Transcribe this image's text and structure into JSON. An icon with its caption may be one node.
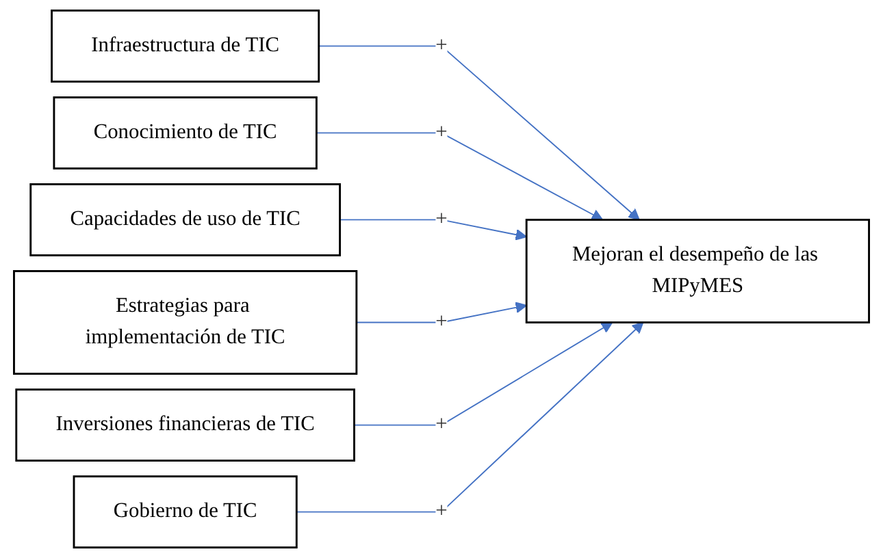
{
  "diagram": {
    "nodes": [
      {
        "text": [
          "Infraestructura de TIC"
        ]
      },
      {
        "text": [
          "Conocimiento de TIC"
        ]
      },
      {
        "text": [
          "Capacidades de uso de TIC"
        ]
      },
      {
        "text": [
          "Estrategias para implementación de TIC"
        ]
      },
      {
        "text": [
          "Inversiones financieras de TIC"
        ]
      },
      {
        "text": [
          "Gobierno de TIC"
        ]
      },
      {
        "text": [
          "Mejoran el desempeño de las MIPyMES"
        ]
      }
    ],
    "edges": [
      {
        "from": 0,
        "to": 6,
        "arrow": "to",
        "label": "+"
      },
      {
        "from": 1,
        "to": 6,
        "arrow": "to",
        "label": "+"
      },
      {
        "from": 2,
        "to": 6,
        "arrow": "to",
        "label": "+"
      },
      {
        "from": 3,
        "to": 6,
        "arrow": "to",
        "label": "+"
      },
      {
        "from": 4,
        "to": 6,
        "arrow": "to",
        "label": "+"
      },
      {
        "from": 5,
        "to": 6,
        "arrow": "to",
        "label": "+"
      }
    ]
  }
}
